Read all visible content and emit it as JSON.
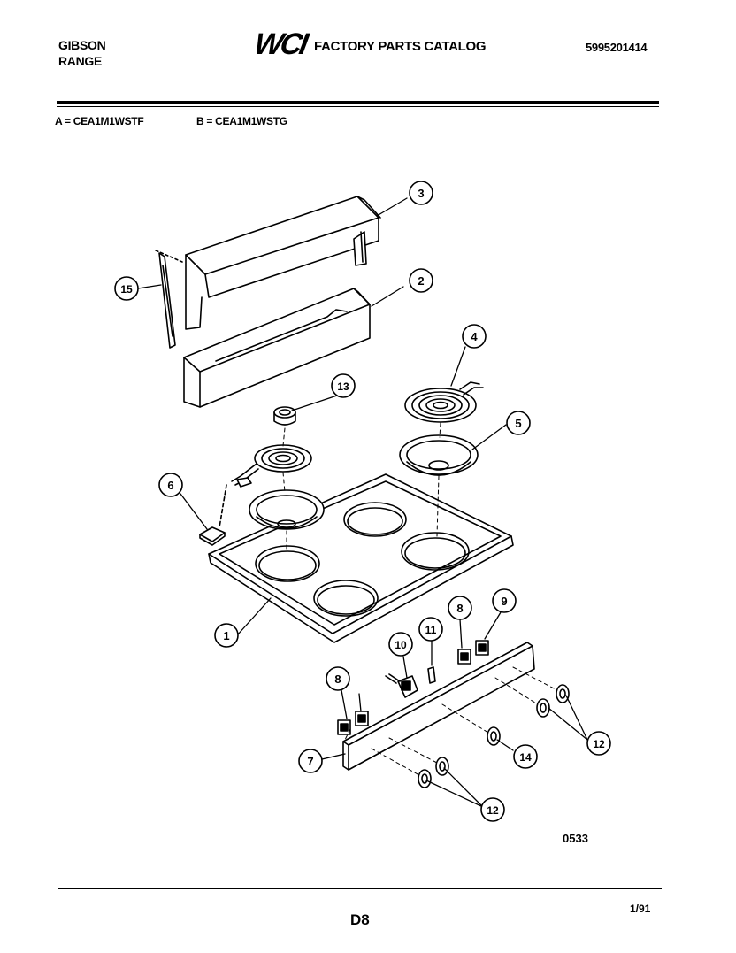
{
  "header": {
    "brand_line1": "GIBSON",
    "brand_line2": "RANGE",
    "logo": "WCI",
    "catalog_title": "FACTORY PARTS CATALOG",
    "catalog_number": "5995201414",
    "model_a": "A = CEA1M1WSTF",
    "model_b": "B = CEA1M1WSTG"
  },
  "diagram": {
    "callouts": [
      "1",
      "2",
      "3",
      "4",
      "5",
      "6",
      "7",
      "8",
      "8",
      "9",
      "10",
      "11",
      "12",
      "12",
      "13",
      "14",
      "15"
    ],
    "figure_code": "0533"
  },
  "footer": {
    "page_code": "D8",
    "date": "1/91"
  }
}
